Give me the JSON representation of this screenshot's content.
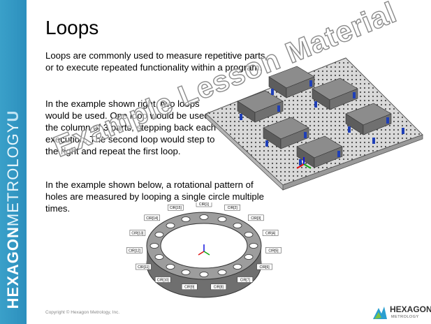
{
  "sidebar": {
    "brand_word_1": "HEXAGON",
    "brand_word_2": "METROLOGY",
    "brand_word_3": "U",
    "color": "#2e93c2"
  },
  "slide": {
    "title": "Loops",
    "paragraphs": [
      "Loops are commonly used to measure repetitive parts or to execute repeated functionality within a program.",
      "In the example shown right, two loops would be used.  One loop would be used for the column of 3 parts, stepping back each execution.  The second loop would step to the right and repeat the first loop.",
      "In the example shown below, a rotational pattern of holes are measured by looping a single circle multiple times."
    ],
    "watermark": "Example Lesson Material"
  },
  "ring_labels": [
    "CIR[1]",
    "CIR[2]",
    "CIR[3]",
    "CIR[4]",
    "CIR[5]",
    "CIR[6]",
    "CIR[7]",
    "CIR[8]",
    "CIR[9]",
    "CIR[10]",
    "CIR[11]",
    "CIR[12]",
    "CIR[13]",
    "CIR[14]",
    "CIR[15]"
  ],
  "footer": {
    "copyright": "Copyright © Hexagon Metrology, Inc.",
    "logo_text": "HEXAGON",
    "logo_subtext": "METROLOGY"
  }
}
